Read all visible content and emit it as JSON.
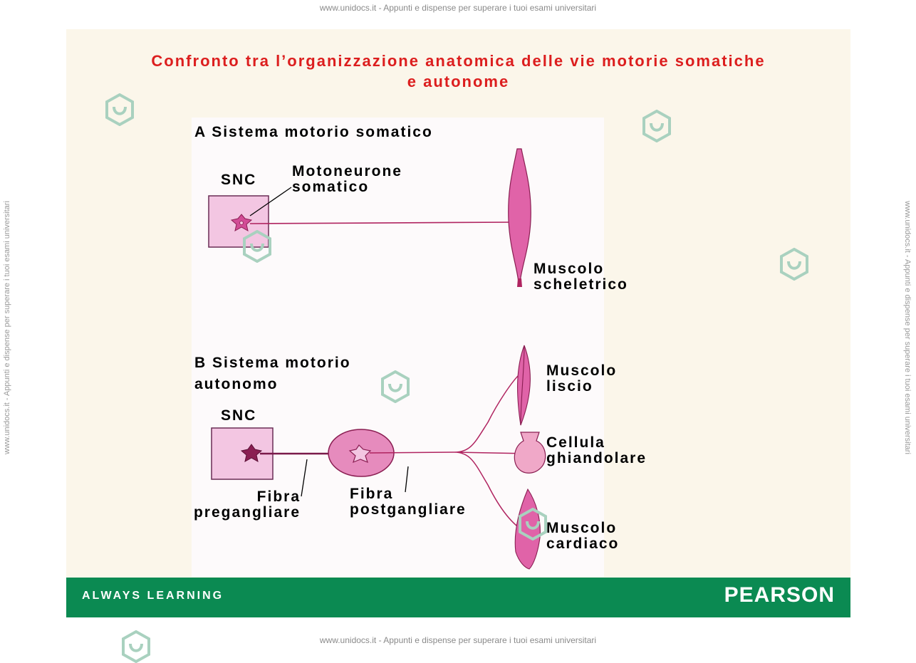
{
  "watermark": {
    "top": "www.unidocs.it - Appunti e dispense per superare i tuoi esami universitari",
    "bottom": "www.unidocs.it - Appunti e dispense per superare i tuoi esami universitari",
    "side_left": "www.unidocs.it - Appunti e dispense per superare i tuoi esami universitari",
    "side_right": "www.unidocs.it - Appunti e dispense per superare i tuoi esami universitari",
    "logo_icon": "unidocs-logo-icon"
  },
  "slide": {
    "title_line1": "Confronto tra l’organizzazione anatomica delle vie motorie somatiche",
    "title_line2": "e autonome",
    "title_color": "#dc1e1e",
    "background": "#fbf6ea"
  },
  "panel_a": {
    "heading": "A Sistema motorio somatico",
    "cns": "SNC",
    "neuron_line1": "Motoneurone",
    "neuron_line2": "somatico",
    "muscle_line1": "Muscolo",
    "muscle_line2": "scheletrico"
  },
  "panel_b": {
    "heading_line1": "B Sistema motorio",
    "heading_line2": "autonomo",
    "cns": "SNC",
    "pre_line1": "Fibra",
    "pre_line2": "pregangliare",
    "post_line1": "Fibra",
    "post_line2": "postgangliare",
    "smooth_line1": "Muscolo",
    "smooth_line2": "liscio",
    "gland_line1": "Cellula",
    "gland_line2": "ghiandolare",
    "cardiac_line1": "Muscolo",
    "cardiac_line2": "cardiaco"
  },
  "colors": {
    "tissue": "#e063a8",
    "nerve": "#b02460",
    "box": "#f3c6e2"
  },
  "footer": {
    "tagline": "ALWAYS LEARNING",
    "brand": "PEARSON",
    "color": "#0b8a52"
  }
}
